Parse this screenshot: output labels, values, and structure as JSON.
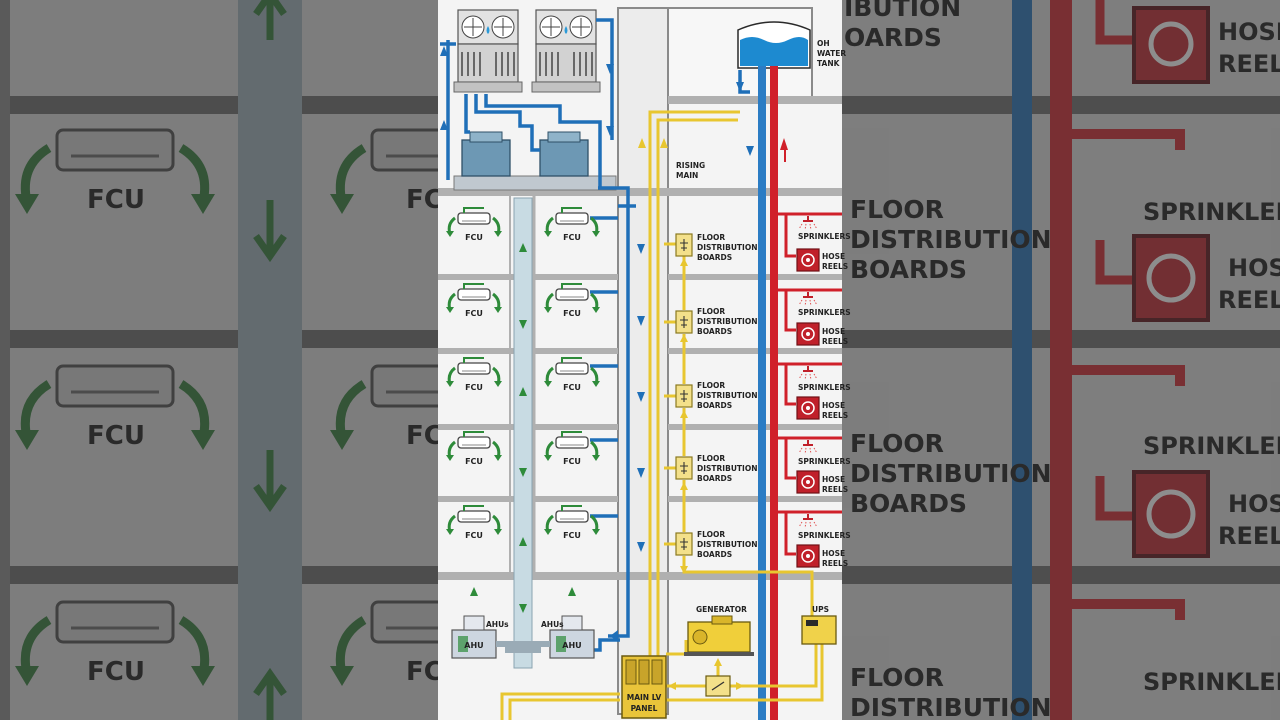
{
  "diagram": {
    "top": {
      "tank_line1": "OH",
      "tank_line2": "WATER",
      "tank_line3": "TANK",
      "rising_line1": "RISING",
      "rising_line2": "MAIN"
    },
    "hvac": {
      "fcu": "FCU",
      "ahus": "AHUs",
      "ahu": "AHU"
    },
    "electrical": {
      "fdb_line1": "FLOOR",
      "fdb_line2": "DISTRIBUTION",
      "fdb_line3": "BOARDS",
      "generator": "GENERATOR",
      "ups": "UPS",
      "panel_line1": "MAIN LV",
      "panel_line2": "PANEL"
    },
    "fire": {
      "sprinklers": "SPRINKLERS",
      "hose_line1": "HOSE",
      "hose_line2": "REELS"
    }
  },
  "background": {
    "fcu": "FCU",
    "fcu_partial": "FC",
    "floor_line1": "FLOOR",
    "floor_line2": "DISTRIBUTION",
    "floor_line3": "BOARDS",
    "sprinklers": "SPRINKLERS",
    "hose_line1": "HOSE",
    "hose_line2": "REELS"
  },
  "colors": {
    "chilled": "#1f6fb8",
    "hvac_green": "#2e8b3a",
    "power": "#f0d040",
    "fire": "#d0202a",
    "building": "#f4f4f4",
    "slab": "#b0b0b0"
  },
  "icons": [
    "fcu-icon",
    "ahu-icon",
    "cooling-tower-icon",
    "chiller-pump-icon",
    "water-tank-icon",
    "distribution-board-icon",
    "generator-icon",
    "ups-icon",
    "lv-panel-icon",
    "sprinkler-icon",
    "hose-reel-icon",
    "flow-arrow-icon"
  ]
}
